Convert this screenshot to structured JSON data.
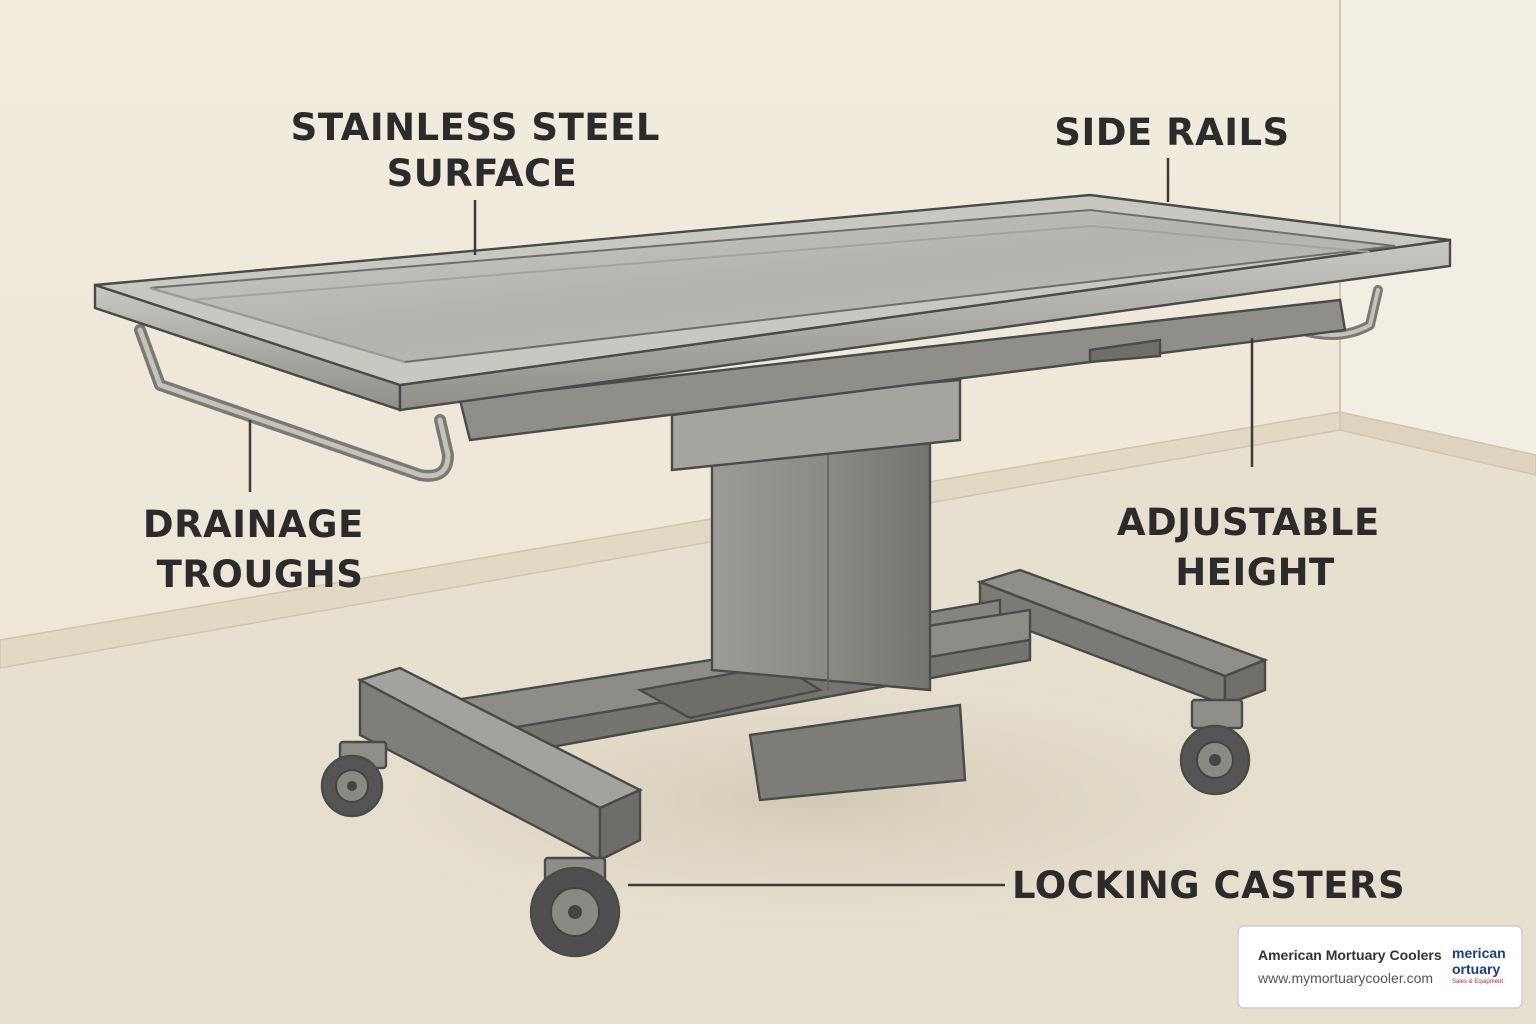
{
  "labels": {
    "surface": [
      "STAINLESS STEEL",
      "SURFACE"
    ],
    "side_rails": [
      "SIDE RAILS"
    ],
    "drainage": [
      "DRAINAGE",
      "TROUGHS"
    ],
    "height": [
      "ADJUSTABLE",
      "HEIGHT"
    ],
    "casters": [
      "LOCKING CASTERS"
    ]
  },
  "badge": {
    "company": "American Mortuary Coolers",
    "url": "www.mymortuarycooler.com",
    "logo_line1": "merican",
    "logo_line2": "ortuary",
    "logo_tagline": "Sales & Equipment"
  },
  "colors": {
    "wall": "#efe8da",
    "floor": "#e9e1cf",
    "steel": "#b9b8b1",
    "steel_dark": "#8d8c86",
    "frame": "#8c8b85",
    "ink": "#2b2b2b"
  }
}
